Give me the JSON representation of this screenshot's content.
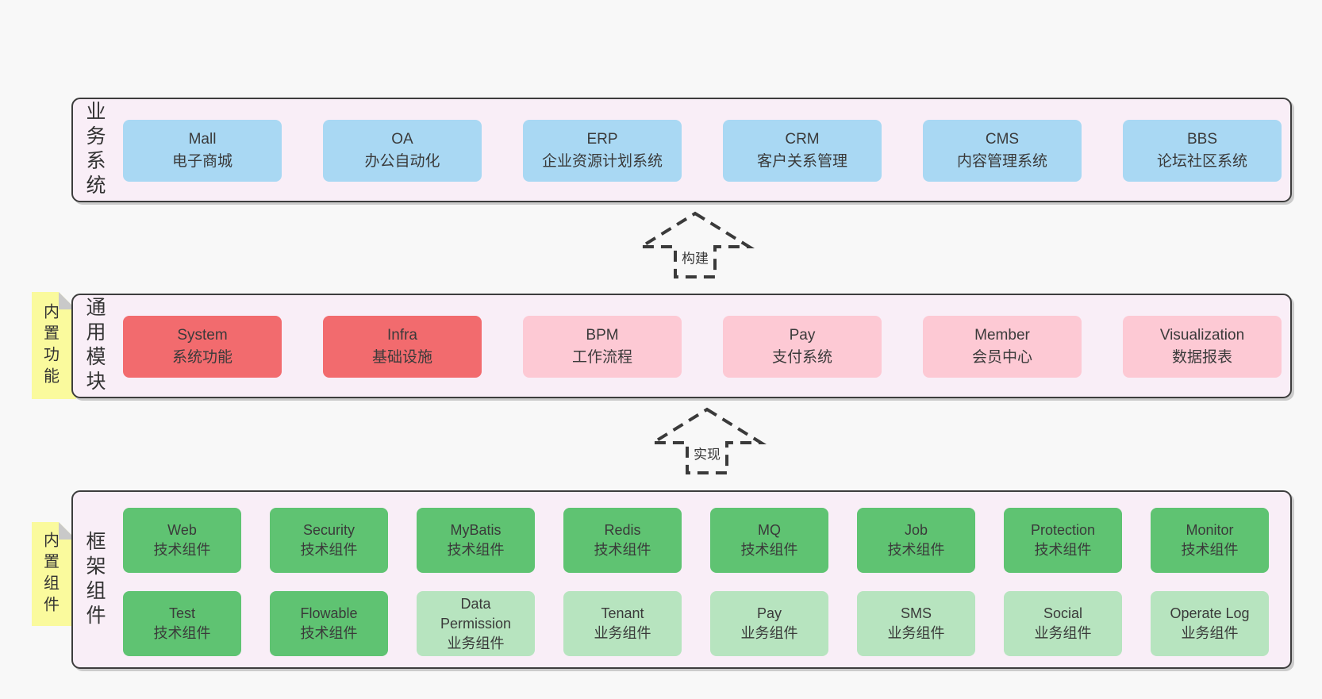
{
  "diagram": {
    "background": "#f8f8f8",
    "band_fill": "#f9eef7",
    "band_border": "#3d3d3d",
    "colors": {
      "blue": "#a9d8f3",
      "red": "#f26b6e",
      "pink": "#fdc9d4",
      "green": "#5fc372",
      "green_light": "#b7e4bf",
      "tab_yellow": "#fafa9d",
      "fold_gray": "#c9c9c9",
      "text": "#3a3a3a"
    }
  },
  "arrows": [
    {
      "label": "构建"
    },
    {
      "label": "实现"
    }
  ],
  "bands": [
    {
      "label": "业务系统",
      "boxes": [
        {
          "title": "Mall",
          "subtitle": "电子商城"
        },
        {
          "title": "OA",
          "subtitle": "办公自动化"
        },
        {
          "title": "ERP",
          "subtitle": "企业资源计划系统"
        },
        {
          "title": "CRM",
          "subtitle": "客户关系管理"
        },
        {
          "title": "CMS",
          "subtitle": "内容管理系统"
        },
        {
          "title": "BBS",
          "subtitle": "论坛社区系统"
        }
      ]
    },
    {
      "label": "通用模块",
      "tab": "内置功能",
      "boxes": [
        {
          "title": "System",
          "subtitle": "系统功能"
        },
        {
          "title": "Infra",
          "subtitle": "基础设施"
        },
        {
          "title": "BPM",
          "subtitle": "工作流程"
        },
        {
          "title": "Pay",
          "subtitle": "支付系统"
        },
        {
          "title": "Member",
          "subtitle": "会员中心"
        },
        {
          "title": "Visualization",
          "subtitle": "数据报表"
        }
      ]
    },
    {
      "label": "框架组件",
      "tab": "内置组件",
      "rows": [
        [
          {
            "title": "Web",
            "subtitle": "技术组件"
          },
          {
            "title": "Security",
            "subtitle": "技术组件"
          },
          {
            "title": "MyBatis",
            "subtitle": "技术组件"
          },
          {
            "title": "Redis",
            "subtitle": "技术组件"
          },
          {
            "title": "MQ",
            "subtitle": "技术组件"
          },
          {
            "title": "Job",
            "subtitle": "技术组件"
          },
          {
            "title": "Protection",
            "subtitle": "技术组件"
          },
          {
            "title": "Monitor",
            "subtitle": "技术组件"
          }
        ],
        [
          {
            "title": "Test",
            "subtitle": "技术组件"
          },
          {
            "title": "Flowable",
            "subtitle": "技术组件"
          },
          {
            "title": "Data Permission",
            "subtitle": "业务组件"
          },
          {
            "title": "Tenant",
            "subtitle": "业务组件"
          },
          {
            "title": "Pay",
            "subtitle": "业务组件"
          },
          {
            "title": "SMS",
            "subtitle": "业务组件"
          },
          {
            "title": "Social",
            "subtitle": "业务组件"
          },
          {
            "title": "Operate Log",
            "subtitle": "业务组件"
          }
        ]
      ]
    }
  ]
}
